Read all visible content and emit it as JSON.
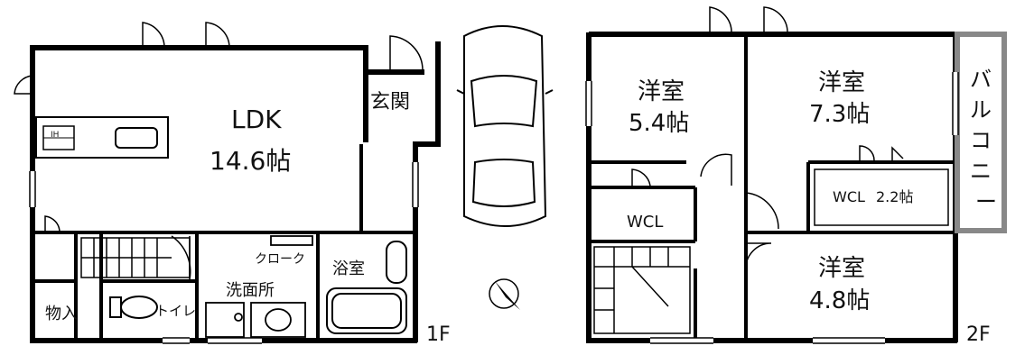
{
  "floor1": {
    "ldk_name": "LDK",
    "ldk_size": "14.6帖",
    "entrance": "玄関",
    "cloak": "クローク",
    "washroom": "洗面所",
    "bath": "浴室",
    "storage": "物入",
    "toilet": "トイレ",
    "floor_label": "1F"
  },
  "floor2": {
    "room_a_name": "洋室",
    "room_a_size": "5.4帖",
    "room_b_name": "洋室",
    "room_b_size": "7.3帖",
    "room_c_name": "洋室",
    "room_c_size": "4.8帖",
    "wcl_small": "WCL",
    "wcl_large": "WCL",
    "wcl_large_size": "2.2帖",
    "balcony": [
      "バ",
      "ル",
      "コ",
      "ニ",
      "ー"
    ],
    "floor_label": "2F"
  },
  "stove_label": "IH"
}
